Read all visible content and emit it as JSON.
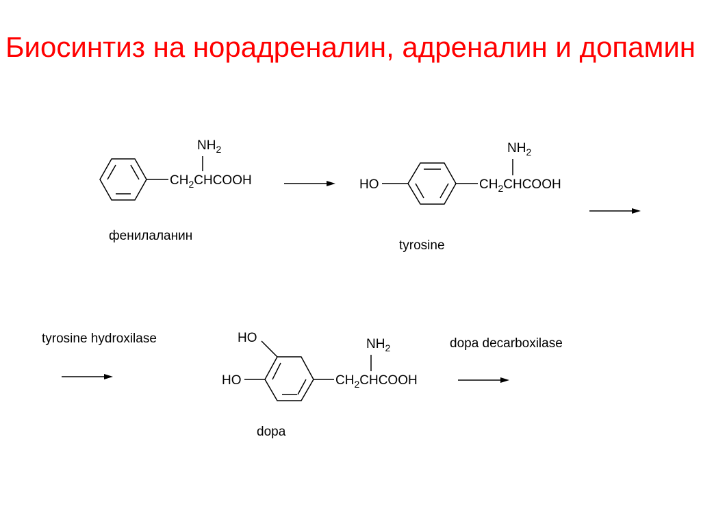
{
  "title": "Биосинтиз на норадреналин, адреналин и допамин",
  "groups": {
    "nh": "NH",
    "two": "2",
    "ch": "CH",
    "chcooh": "CHCOOH",
    "ho": "HO"
  },
  "compounds": {
    "phenylalanine": "фенилаланин",
    "tyrosine": "tyrosine",
    "dopa": "dopa"
  },
  "enzymes": {
    "tyrosine_hydroxylase": "tyrosine hydroxilase",
    "dopa_decarboxylase": "dopa decarboxilase"
  }
}
